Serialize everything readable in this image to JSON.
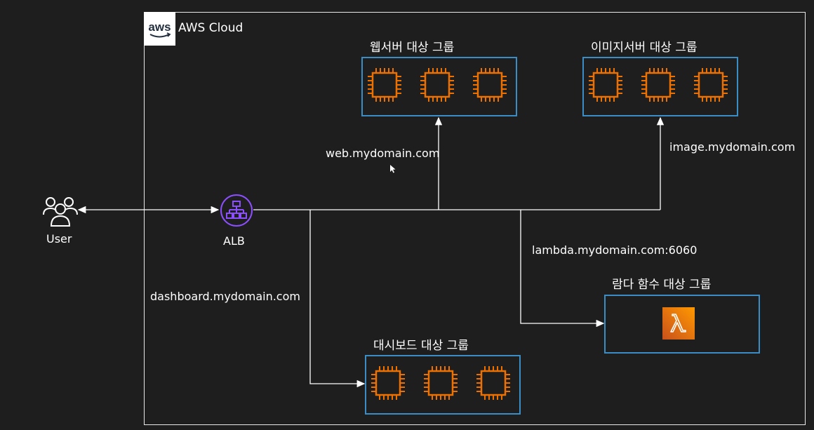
{
  "cloud": {
    "title": "AWS Cloud",
    "logo_text": "aws"
  },
  "user": {
    "label": "User",
    "icon": "users-icon"
  },
  "alb": {
    "label": "ALB",
    "icon": "load-balancer-icon",
    "color": "#8c4fff"
  },
  "groups": {
    "web": {
      "title": "웹서버 대상 그룹",
      "instances": 3
    },
    "image": {
      "title": "이미지서버 대상 그룹",
      "instances": 3
    },
    "lambda": {
      "title": "람다 함수 대상 그룹",
      "icon": "lambda-icon"
    },
    "dashboard": {
      "title": "대시보드 대상 그룹",
      "instances": 3
    }
  },
  "routes": {
    "web": "web.mydomain.com",
    "image": "image.mydomain.com",
    "lambda": "lambda.mydomain.com:6060",
    "dashboard": "dashboard.mydomain.com"
  },
  "colors": {
    "background": "#1e1e1e",
    "group_border": "#3b8ec5",
    "ec2_orange": "#ed7100",
    "lambda_orange": "#e86b0c",
    "alb_purple": "#8c4fff"
  }
}
